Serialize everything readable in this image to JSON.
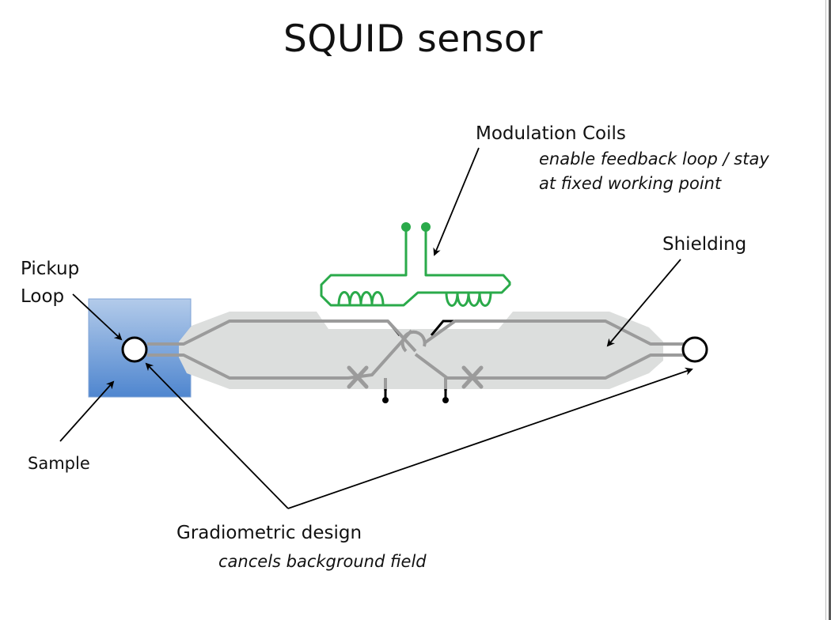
{
  "title": "SQUID sensor",
  "labels": {
    "modulation_coils": "Modulation Coils",
    "modulation_note_line1": "enable feedback loop / stay",
    "modulation_note_line2": "at fixed working point",
    "shielding": "Shielding",
    "pickup_line1": "Pickup",
    "pickup_line2": "Loop",
    "sample": "Sample",
    "gradiometric": "Gradiometric design",
    "gradiometric_note": "cancels background field"
  },
  "colors": {
    "shield_fill": "#dcdedd",
    "wire_gray": "#9b9b9b",
    "coil_green": "#2aaa4a",
    "sample_blue_top": "#b3cbea",
    "sample_blue_bottom": "#4f86cf",
    "black": "#000000"
  }
}
